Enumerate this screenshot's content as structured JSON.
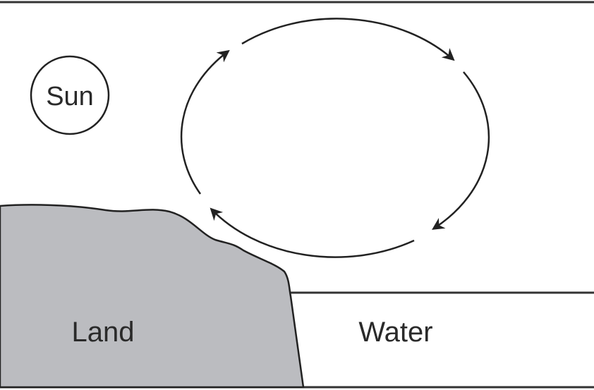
{
  "diagram": {
    "labels": {
      "sun": "Sun",
      "land": "Land",
      "water": "Water"
    },
    "circulation_direction": "clockwise",
    "colors": {
      "land_fill": "#bbbcc0",
      "stroke": "#222222",
      "background": "#ffffff"
    }
  }
}
